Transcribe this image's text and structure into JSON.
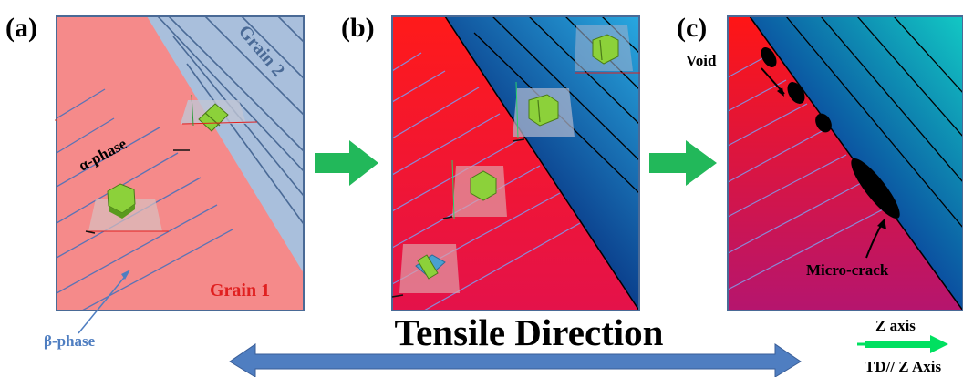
{
  "panels": {
    "a": {
      "label": "(a)",
      "grain2": "Grain 2",
      "grain1": "Grain 1",
      "alpha": "α-phase",
      "beta": "β-phase"
    },
    "b": {
      "label": "(b)"
    },
    "c": {
      "label": "(c)",
      "void": "Void",
      "crack": "Micro-crack"
    }
  },
  "footer": {
    "title": "Tensile Direction",
    "zaxis": "Z axis",
    "td": "TD// Z Axis"
  },
  "colors": {
    "grain1": "#f58a8a",
    "grain2": "#a9bfdc",
    "red": "#ff1a1a",
    "blue": "#1e7ad6",
    "teal": "#1bc0c8",
    "arrow_green": "#22b85a",
    "arrow_blue": "#4f7ec1",
    "border": "#4a6a96"
  }
}
